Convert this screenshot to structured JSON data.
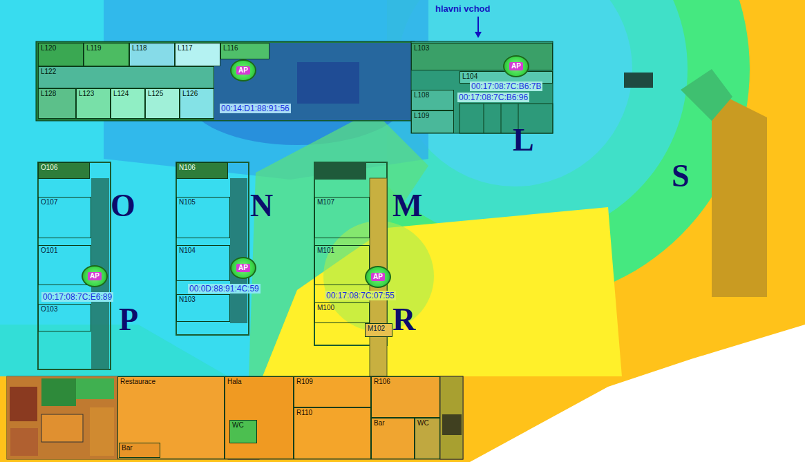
{
  "diagram": {
    "nodes": [
      {
        "text": [
          "L120"
        ]
      },
      {
        "text": [
          "L119"
        ]
      },
      {
        "text": [
          "L118"
        ]
      },
      {
        "text": [
          "L117"
        ]
      },
      {
        "text": [
          "L116"
        ]
      },
      {
        "text": [
          "L103"
        ]
      },
      {
        "text": [
          "L122"
        ]
      },
      {
        "text": [
          "L128"
        ]
      },
      {
        "text": [
          "L123"
        ]
      },
      {
        "text": [
          "L124"
        ]
      },
      {
        "text": [
          "L125"
        ]
      },
      {
        "text": [
          "L126"
        ]
      },
      {
        "text": [
          "L104"
        ]
      },
      {
        "text": [
          "L108"
        ]
      },
      {
        "text": [
          "L109"
        ]
      },
      {
        "text": [
          "AP"
        ]
      },
      {
        "text": [
          "AP"
        ]
      },
      {
        "text": [
          "O106"
        ]
      },
      {
        "text": [
          "O107"
        ]
      },
      {
        "text": [
          "O101"
        ]
      },
      {
        "text": [
          "O103"
        ]
      },
      {
        "text": [
          "AP"
        ]
      },
      {
        "text": [
          "N106"
        ]
      },
      {
        "text": [
          "N105"
        ]
      },
      {
        "text": [
          "N104"
        ]
      },
      {
        "text": [
          "N103"
        ]
      },
      {
        "text": [
          "AP"
        ]
      },
      {
        "text": [
          "M107"
        ]
      },
      {
        "text": [
          "M101"
        ]
      },
      {
        "text": [
          "M100"
        ]
      },
      {
        "text": [
          "M102"
        ]
      },
      {
        "text": [
          "AP"
        ]
      },
      {
        "text": [
          "Restaurace"
        ]
      },
      {
        "text": [
          "Bar"
        ],
        "in": 32
      },
      {
        "text": [
          "Hala"
        ]
      },
      {
        "text": [
          "WC"
        ],
        "in": 34
      },
      {
        "text": [
          "R109"
        ]
      },
      {
        "text": [
          "R110"
        ]
      },
      {
        "text": [
          "R106"
        ]
      },
      {
        "text": [
          "Bar"
        ]
      },
      {
        "text": [
          "WC"
        ]
      }
    ],
    "labels": [
      "hlavni vchod",
      "00:17:08:7C:B6:7B",
      "00:17:08:7C:B6:96",
      "00:14:D1:88:91:56",
      "00:17:08:7C:E6:89",
      "00:0D:88:91:4C:59",
      "00:17:08:7C:07:55",
      "L",
      "S",
      "O",
      "N",
      "M",
      "P",
      "R"
    ]
  }
}
